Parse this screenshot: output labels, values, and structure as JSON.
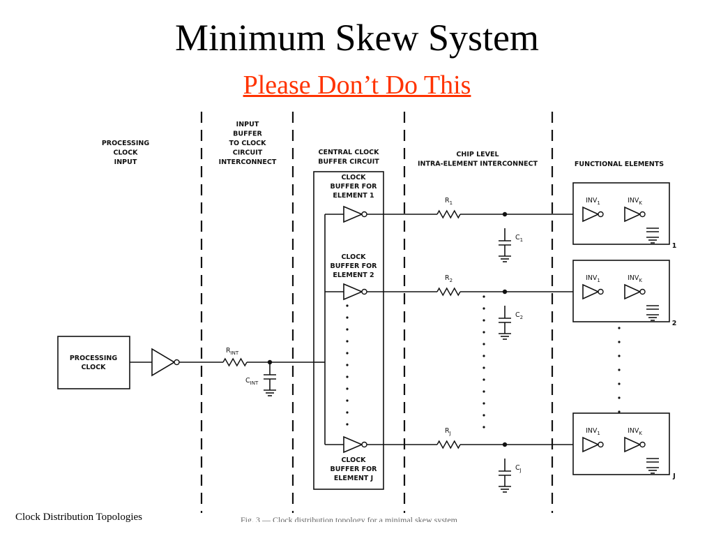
{
  "slide": {
    "title": "Minimum Skew System",
    "subtitle": "Please Don’t Do This",
    "footer_left": "Clock Distribution Topologies",
    "footer_caption": "Fig. 3 — Clock distribution topology for a minimal skew system",
    "accent_color": "#ff3300"
  },
  "diagram": {
    "sections": [
      [
        "PROCESSING",
        "CLOCK",
        "INPUT"
      ],
      [
        "INPUT",
        "BUFFER",
        "TO CLOCK",
        "CIRCUIT",
        "INTERCONNECT"
      ],
      [
        "CENTRAL CLOCK",
        "BUFFER CIRCUIT"
      ],
      [
        "CHIP LEVEL",
        "INTRA-ELEMENT INTERCONNECT"
      ],
      [
        "FUNCTIONAL ELEMENTS"
      ]
    ],
    "source_block": [
      "PROCESSING",
      "CLOCK"
    ],
    "input_resistor": {
      "name": "R",
      "sub": "INT"
    },
    "input_capacitor": {
      "name": "C",
      "sub": "INT"
    },
    "buffer_labels": [
      [
        "CLOCK",
        "BUFFER FOR",
        "ELEMENT 1"
      ],
      [
        "CLOCK",
        "BUFFER FOR",
        "ELEMENT 2"
      ],
      [
        "CLOCK",
        "BUFFER FOR",
        "ELEMENT J"
      ]
    ],
    "branches": [
      {
        "r": "R",
        "r_sub": "1",
        "c": "C",
        "c_sub": "1",
        "element_number": "1"
      },
      {
        "r": "R",
        "r_sub": "2",
        "c": "C",
        "c_sub": "2",
        "element_number": "2"
      },
      {
        "r": "R",
        "r_sub": "J",
        "c": "C",
        "c_sub": "J",
        "element_number": "J"
      }
    ],
    "inverters": [
      {
        "name": "INV",
        "sub": "1"
      },
      {
        "name": "INV",
        "sub": "K"
      }
    ]
  }
}
